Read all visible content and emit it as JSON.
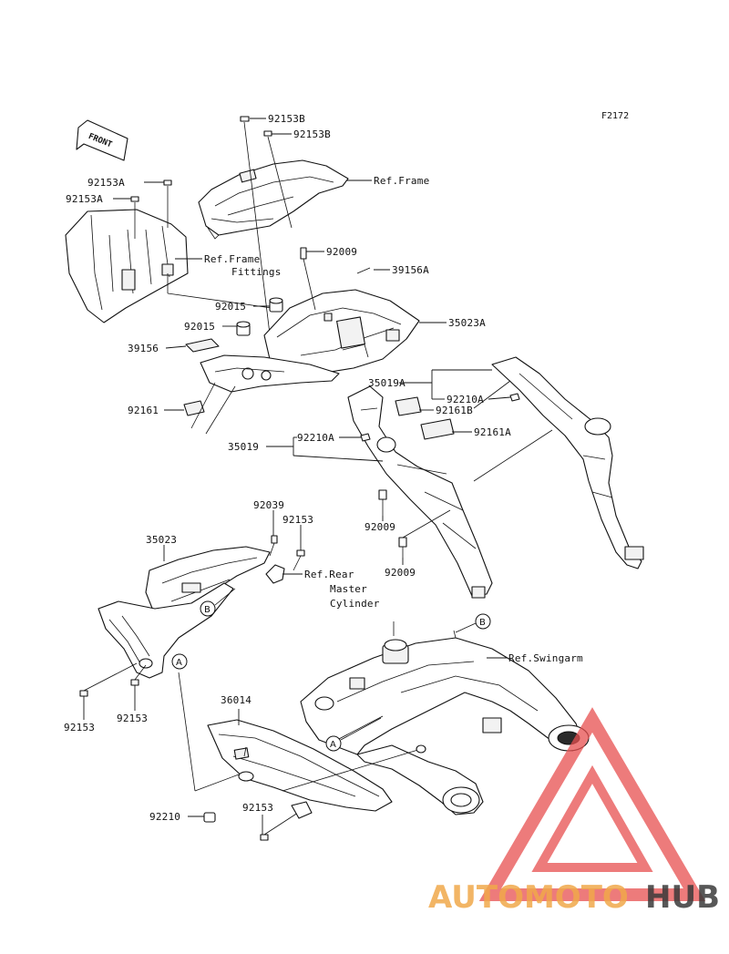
{
  "figure_code": "F2172",
  "front_arrow_label": "FRONT",
  "callouts": {
    "p92153B_1": "92153B",
    "p92153B_2": "92153B",
    "ref_frame": "Ref.Frame",
    "p92153A_1": "92153A",
    "p92153A_2": "92153A",
    "ref_frame_fittings_1": "Ref.Frame",
    "ref_frame_fittings_2": "Fittings",
    "p92009_top": "92009",
    "p39156A": "39156A",
    "p92015_1": "92015",
    "p92015_2": "92015",
    "p35023A": "35023A",
    "p39156": "39156",
    "p35019A": "35019A",
    "p92210A_right": "92210A",
    "p92161": "92161",
    "p92161B": "92161B",
    "p92161A": "92161A",
    "p35019": "35019",
    "p92210A_mid": "92210A",
    "p92039": "92039",
    "p92153_mid": "92153",
    "p92009_mid1": "92009",
    "p35023": "35023",
    "p92009_mid2": "92009",
    "ref_rear_1": "Ref.Rear",
    "ref_rear_2": "Master",
    "ref_rear_3": "Cylinder",
    "ref_swingarm": "Ref.Swingarm",
    "p92153_l1": "92153",
    "p92153_l2": "92153",
    "p36014": "36014",
    "p92210": "92210",
    "p92153_bottom": "92153"
  },
  "reference_markers": {
    "a_left": "A",
    "a_bottom": "A",
    "b_left": "B",
    "b_right": "B"
  },
  "watermark": {
    "part1": "AUTOMOTO",
    "part2": "HUB",
    "color_accent": "#f0a84a",
    "color_dark": "#3a3a3a",
    "color_triangle": "#e85050"
  }
}
